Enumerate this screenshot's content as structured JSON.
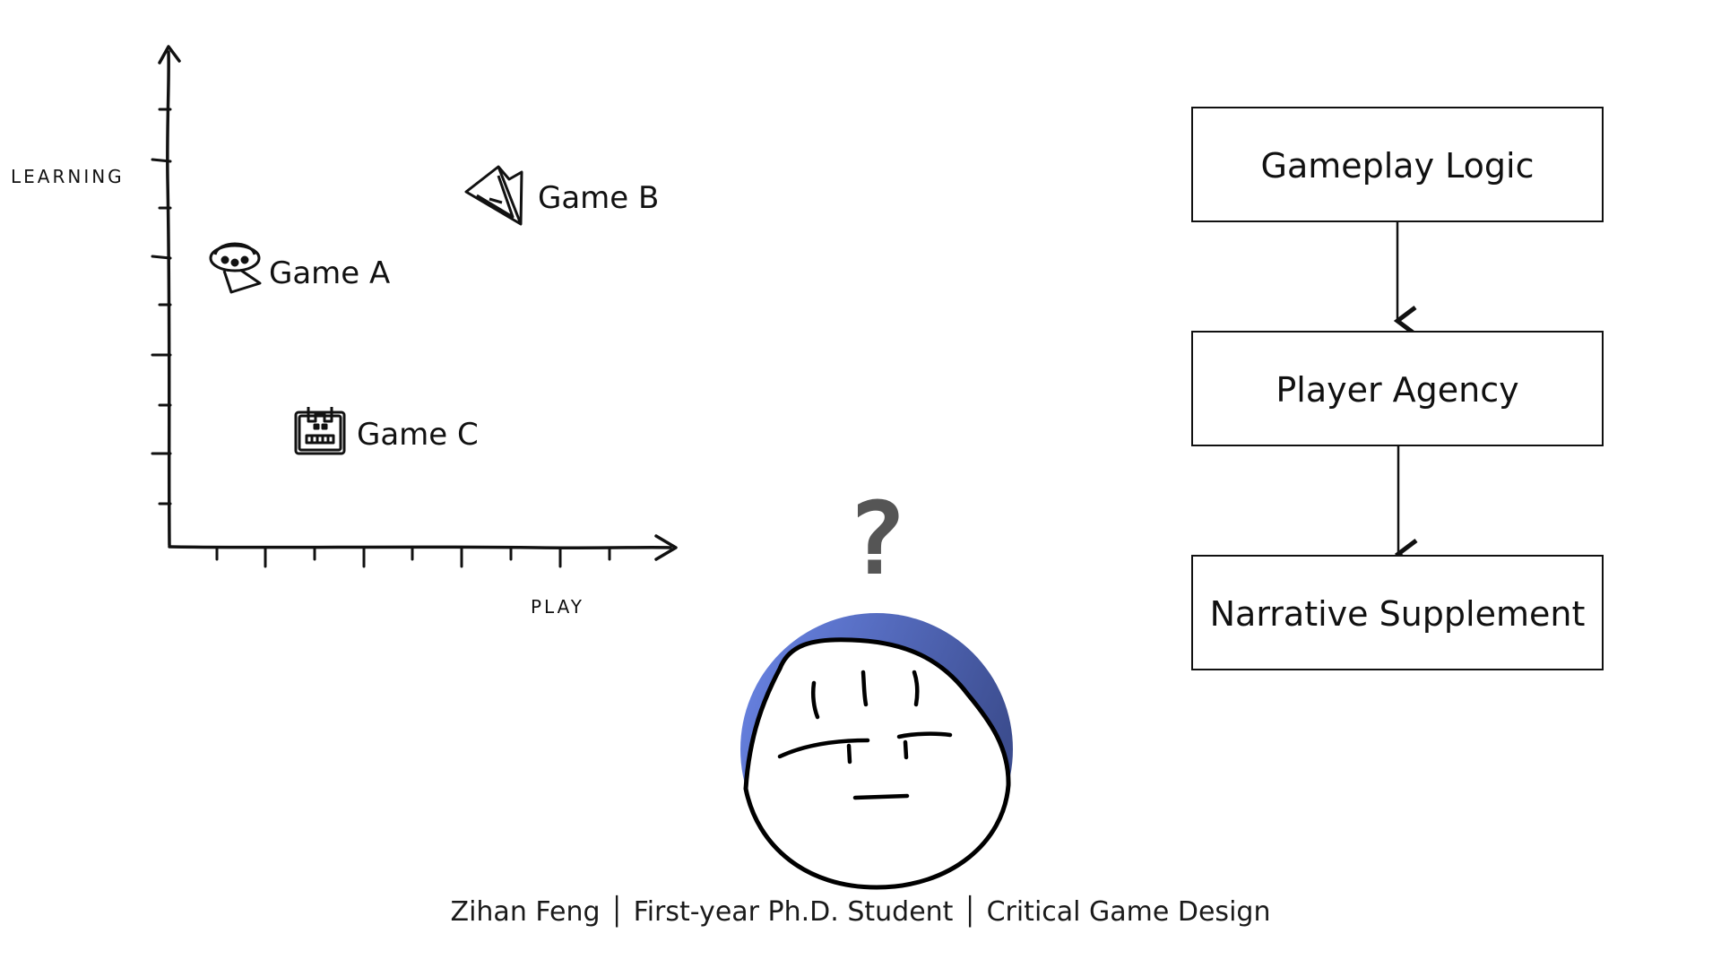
{
  "axes": {
    "y_label": "LEARNING",
    "x_label": "PLAY"
  },
  "games": [
    {
      "label": "Game A",
      "icon": "ufo-icon"
    },
    {
      "label": "Game B",
      "icon": "paper-plane-icon"
    },
    {
      "label": "Game C",
      "icon": "robot-icon"
    }
  ],
  "flow": [
    {
      "label": "Gameplay Logic"
    },
    {
      "label": "Player Agency"
    },
    {
      "label": "Narrative Supplement"
    }
  ],
  "mascot": {
    "question_mark": "?",
    "circle_color_start": "#6b86e8",
    "circle_color_end": "#3c4d8f"
  },
  "caption": "Zihan Feng │ First-year Ph.D. Student │ Critical Game Design"
}
